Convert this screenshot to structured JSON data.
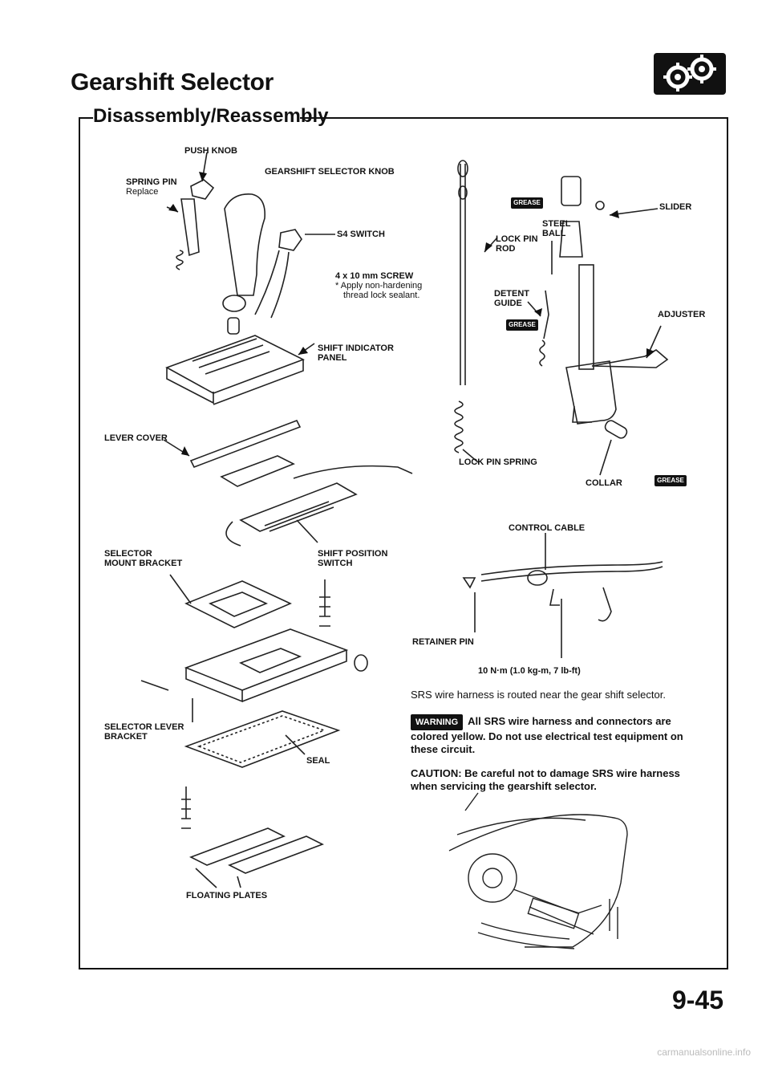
{
  "header": {
    "title": "Gearshift Selector",
    "subtitle": "Disassembly/Reassembly"
  },
  "labels": {
    "push_knob": "PUSH KNOB",
    "spring_pin": "SPRING PIN",
    "replace": "Replace",
    "selector_knob": "GEARSHIFT SELECTOR KNOB",
    "s4_switch": "S4 SWITCH",
    "screw": "4 x 10 mm SCREW",
    "screw_note_1": "* Apply non-hardening",
    "screw_note_2": "thread lock sealant.",
    "shift_indicator_1": "SHIFT INDICATOR",
    "shift_indicator_2": "PANEL",
    "lever_cover": "LEVER COVER",
    "selector_mount_1": "SELECTOR",
    "selector_mount_2": "MOUNT BRACKET",
    "shift_position_1": "SHIFT POSITION",
    "shift_position_2": "SWITCH",
    "selector_lever_1": "SELECTOR LEVER",
    "selector_lever_2": "BRACKET",
    "seal": "SEAL",
    "floating_plates": "FLOATING PLATES",
    "slider": "SLIDER",
    "steel": "STEEL",
    "ball": "BALL",
    "lock_pin": "LOCK PIN",
    "rod": "ROD",
    "detent_1": "DETENT",
    "detent_2": "GUIDE",
    "adjuster": "ADJUSTER",
    "lock_pin_spring": "LOCK PIN SPRING",
    "collar": "COLLAR",
    "control_cable": "CONTROL CABLE",
    "retainer_pin": "RETAINER PIN",
    "torque": "10 N·m (1.0 kg-m, 7 lb-ft)",
    "grease": "GREASE"
  },
  "notes": {
    "srs_routing": "SRS wire harness is routed near the gear shift selector.",
    "warning_badge": "WARNING",
    "warning_text_1": "All SRS wire harness and connectors are",
    "warning_text_2": "colored yellow. Do not use electrical test equipment on",
    "warning_text_3": "these circuit.",
    "caution_1": "CAUTION: Be careful not to damage SRS wire harness",
    "caution_2": "when servicing the gearshift selector."
  },
  "footer": {
    "page_number": "9-45",
    "watermark": "carmanualsonline.info"
  }
}
